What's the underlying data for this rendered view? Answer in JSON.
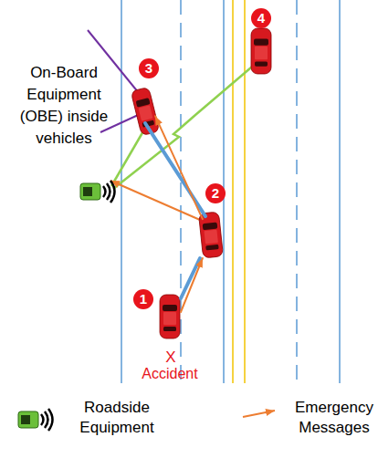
{
  "diagram": {
    "nodes": [
      {
        "text": [
          "1"
        ]
      },
      {
        "text": [
          "2"
        ]
      },
      {
        "text": [
          "3"
        ]
      },
      {
        "text": [
          "4"
        ]
      }
    ],
    "edges": [
      {
        "from": 0,
        "to": 1,
        "arrow": "none"
      },
      {
        "from": 1,
        "to": 2,
        "arrow": "none"
      },
      {
        "from": 0,
        "to": 1,
        "arrow": "to"
      },
      {
        "from": 1,
        "to": 2,
        "arrow": "to"
      }
    ],
    "labels": [
      "On-Board Equipment (OBE) inside vehicles",
      "X",
      "Accident"
    ],
    "legend": [
      {
        "text": "Roadside Equipment"
      },
      {
        "text": "Emergency Messages"
      }
    ]
  }
}
